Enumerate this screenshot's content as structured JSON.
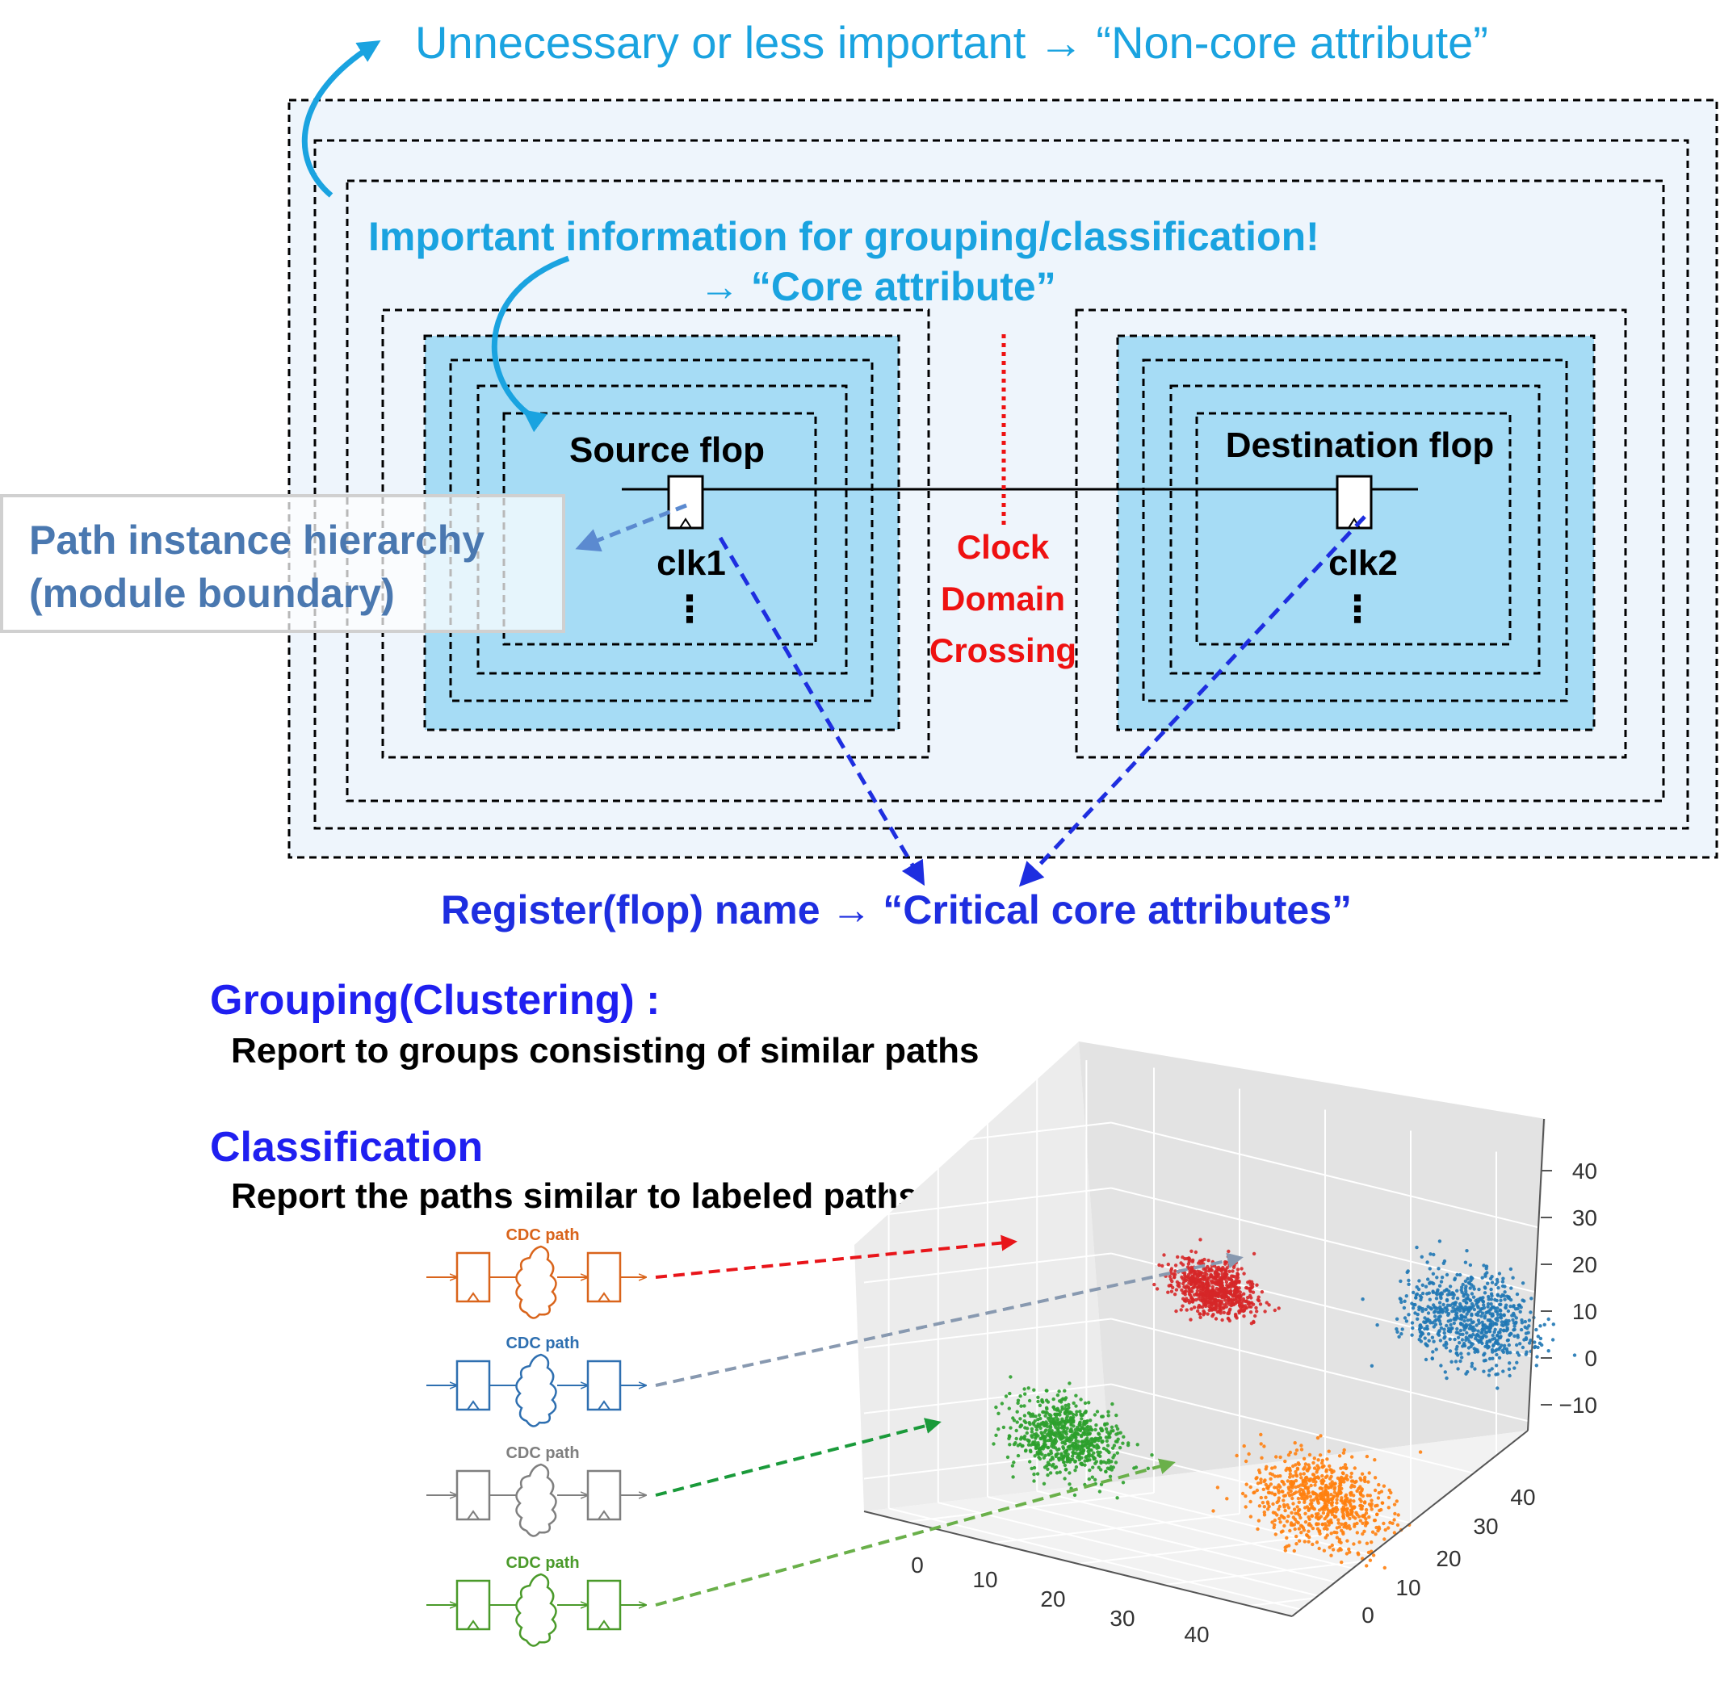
{
  "header": {
    "non_core_text": "Unnecessary or less important → “Non-core attribute”",
    "important_line1": "Important information for grouping/classification!",
    "important_line2": "→ “Core attribute”"
  },
  "flops": {
    "source_title": "Source flop",
    "source_clock": "clk1",
    "dest_title": "Destination flop",
    "dest_clock": "clk2",
    "ellipsis": "⋮"
  },
  "cdc_label": [
    "Clock",
    "Domain",
    "Crossing"
  ],
  "hierarchy_label": [
    "Path instance hierarchy",
    "(module boundary)"
  ],
  "register_text": "Register(flop) name → “Critical core attributes”",
  "grouping": {
    "title": "Grouping(Clustering) :",
    "desc": "Report to groups consisting of similar paths"
  },
  "classification": {
    "title": "Classification",
    "desc": "Report the paths similar to labeled paths"
  },
  "cdc_paths": [
    {
      "label": "CDC path",
      "color": "#d9641b"
    },
    {
      "label": "CDC path",
      "color": "#2e6fb0"
    },
    {
      "label": "CDC path",
      "color": "#7f7f7f"
    },
    {
      "label": "CDC path",
      "color": "#4a9a2a"
    }
  ],
  "colors": {
    "outer_fill": "#eef5fc",
    "inner_fill": "#a6dcf5",
    "cyan_text": "#1aa3e0",
    "blue_text": "#1e2ee0",
    "red_text": "#ee1111",
    "steel_text": "#4a78b0"
  },
  "chart_data": {
    "type": "scatter",
    "projection": "3d",
    "x_ticks": [
      "0",
      "10",
      "20",
      "30",
      "40"
    ],
    "y_ticks": [
      "0",
      "10",
      "20",
      "30",
      "40"
    ],
    "z_ticks": [
      "−10",
      "0",
      "10",
      "20",
      "30",
      "40"
    ],
    "grid": true,
    "series": [
      {
        "color": "#d62728",
        "center": [
          10,
          40,
          20
        ],
        "spread": 3
      },
      {
        "color": "#1f77b4",
        "center": [
          40,
          40,
          25
        ],
        "spread": 5
      },
      {
        "color": "#2ca02c",
        "center": [
          10,
          10,
          0
        ],
        "spread": 4
      },
      {
        "color": "#ff7f0e",
        "center": [
          40,
          10,
          0
        ],
        "spread": 5
      }
    ]
  }
}
